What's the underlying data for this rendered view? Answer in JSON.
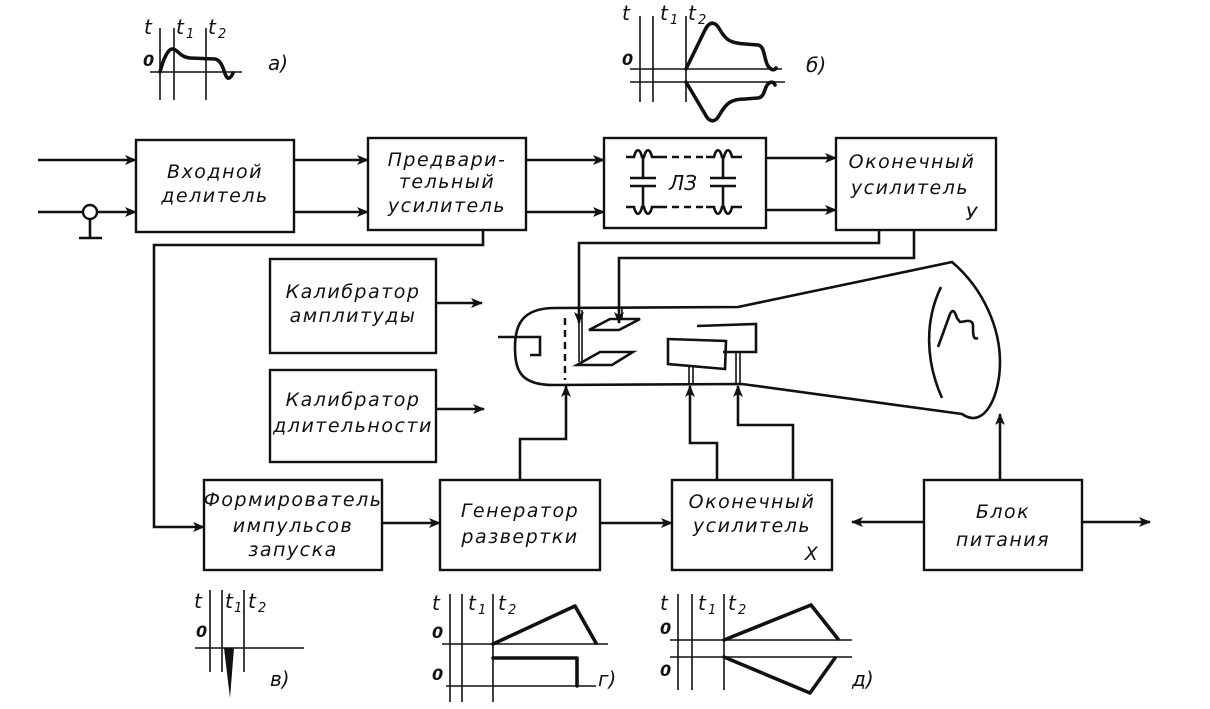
{
  "title": "Oscilloscope block diagram",
  "blocks": {
    "input_divider": [
      "Входной",
      "делитель"
    ],
    "preamplifier": [
      "Предвари-",
      "тельный",
      "усилитель"
    ],
    "delay_line": "ЛЗ",
    "output_amp_y": [
      "Оконечный",
      "усилитель",
      "У"
    ],
    "amp_calibrator": [
      "Калибратор",
      "амплитуды"
    ],
    "time_calibrator": [
      "Калибратор",
      "длительности"
    ],
    "trigger_shaper": [
      "Формирователь",
      "импульсов",
      "запуска"
    ],
    "sweep_generator": [
      "Генератор",
      "развертки"
    ],
    "output_amp_x": [
      "Оконечный",
      "усилитель",
      "Х"
    ],
    "power_supply": [
      "Блок",
      "питания"
    ]
  },
  "waveforms": {
    "axis_t": "t",
    "axis_t1": "t",
    "axis_t1_sub": "1",
    "axis_t2": "t",
    "axis_t2_sub": "2",
    "zero": "0",
    "a_tag": "а)",
    "b_tag": "б)",
    "v_tag": "в)",
    "g_tag": "г)",
    "d_tag": "д)"
  }
}
